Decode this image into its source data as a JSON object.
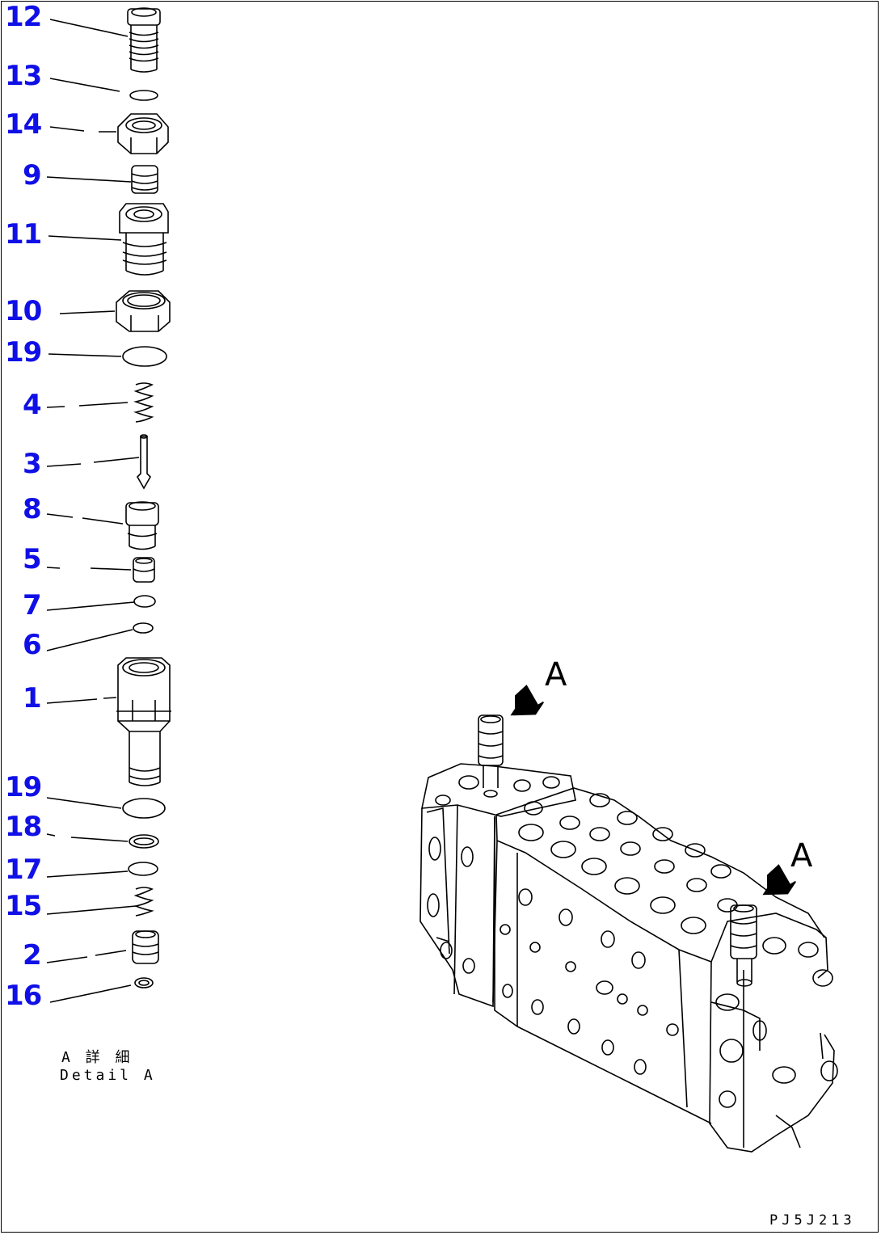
{
  "callouts": [
    "12",
    "13",
    "14",
    "9",
    "11",
    "10",
    "19",
    "4",
    "3",
    "8",
    "5",
    "7",
    "6",
    "1",
    "19",
    "18",
    "17",
    "15",
    "2",
    "16"
  ],
  "caption": {
    "line1": "A 詳 細",
    "line2": "Detail A"
  },
  "view_marker_top": "A",
  "view_marker_right": "A",
  "drawing_code": "PJ5J213"
}
